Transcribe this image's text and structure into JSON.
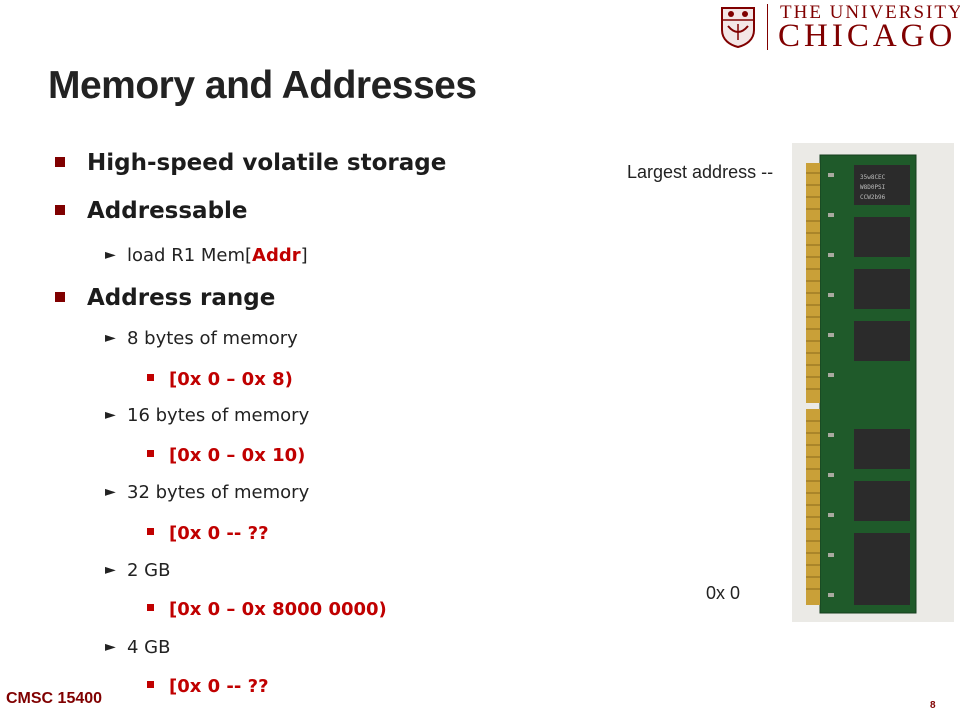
{
  "logo": {
    "line1": "THE UNIVERSITY OF",
    "line2": "CHICAGO"
  },
  "slide": {
    "title": "Memory and Addresses",
    "bullets": [
      {
        "level": 1,
        "text": "High-speed volatile storage"
      },
      {
        "level": 1,
        "text": "Addressable"
      },
      {
        "level": 2,
        "prefix": "load R1 Mem[",
        "highlight": "Addr",
        "suffix": "]"
      },
      {
        "level": 1,
        "text": "Address range"
      },
      {
        "level": 2,
        "text": "8 bytes of memory"
      },
      {
        "level": 3,
        "text": "[0x 0 – 0x 8)"
      },
      {
        "level": 2,
        "text": "16 bytes of memory"
      },
      {
        "level": 3,
        "text": "[0x 0 – 0x 10)"
      },
      {
        "level": 2,
        "text": "32 bytes of memory"
      },
      {
        "level": 3,
        "text": "[0x 0 -- ??"
      },
      {
        "level": 2,
        "text": "2 GB"
      },
      {
        "level": 3,
        "text": "[0x 0 – 0x 8000 0000)"
      },
      {
        "level": 2,
        "text": "4 GB"
      },
      {
        "level": 3,
        "text": "[0x 0 -- ??"
      }
    ]
  },
  "figure": {
    "top_label": "Largest address --",
    "bottom_label": "0x 0",
    "chip_text": [
      "35w8CEC",
      "W8D0PSI",
      "CCW2b96"
    ]
  },
  "footer": {
    "course": "CMSC 15400",
    "page": "8"
  },
  "colors": {
    "maroon": "#800000",
    "highlight_red": "#c00000"
  }
}
